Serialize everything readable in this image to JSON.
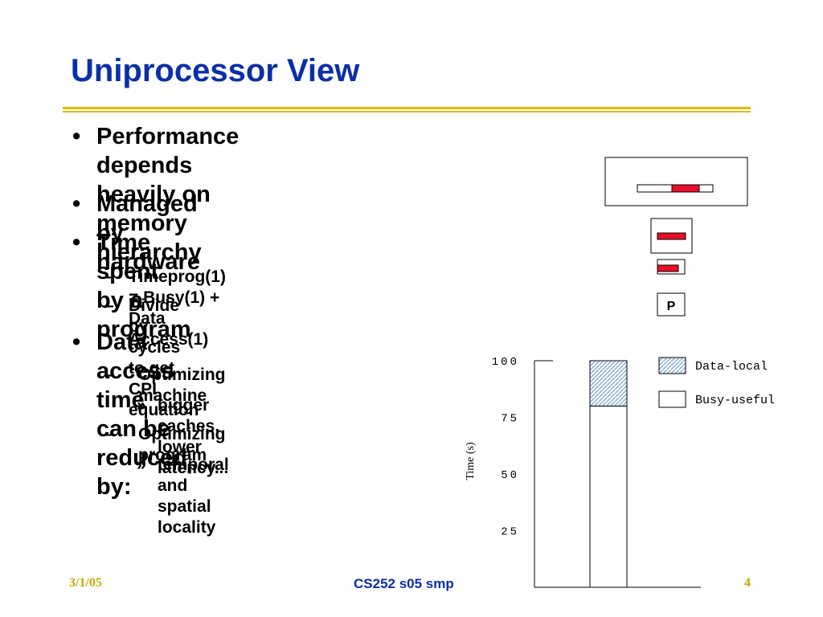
{
  "slide": {
    "title": "Uniprocessor View",
    "bullets": {
      "b1": "Performance depends heavily on memory hierarchy",
      "b1_line1": "Performance depends heavily on memory",
      "b1_line2": "hierarchy",
      "b2": "Managed by hardware",
      "b3": "Time spent by a program",
      "b3_sub1": "Timeprog(1) = Busy(1) + Data Access(1)",
      "b3_sub2": "Divide by cycles to get CPI equation",
      "b4": "Data access time can be reduced by:",
      "b4_sub1": "Optimizing machine",
      "b4_sub1_detail": "bigger caches, lower latency...",
      "b4_sub2": "Optimizing program",
      "b4_sub2_detail": "temporal and spatial locality"
    },
    "symbols": {
      "bullet": "•",
      "dash": "–",
      "raquo": "»"
    },
    "footer": {
      "date": "3/1/05",
      "course": "CS252 s05 smp",
      "page": "4"
    }
  },
  "diagram": {
    "processor_label": "P",
    "colors": {
      "block": "#e8102a",
      "frame": "#000000"
    }
  },
  "chart_data": {
    "type": "bar",
    "categories": [
      ""
    ],
    "series": [
      {
        "name": "Busy-useful",
        "values": [
          80
        ]
      },
      {
        "name": "Data-local",
        "values": [
          20
        ]
      }
    ],
    "stacked": true,
    "ylabel": "Time (s)",
    "yticks": [
      25,
      50,
      75,
      100
    ],
    "ylim": [
      0,
      100
    ],
    "legend": "top-right",
    "colors": {
      "Data-local": "#6f9bd8",
      "Busy-useful": "#ffffff"
    }
  }
}
